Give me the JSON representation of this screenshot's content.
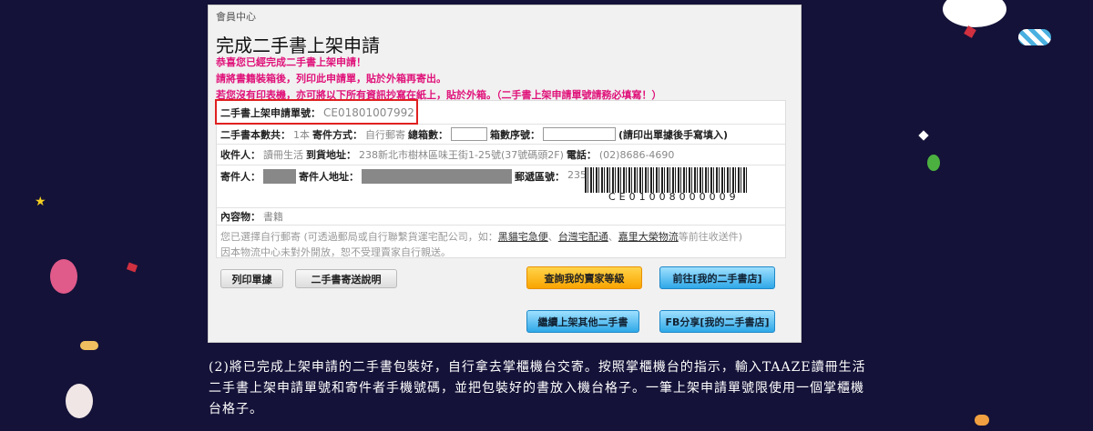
{
  "breadcrumb": "會員中心",
  "title": "完成二手書上架申請",
  "messages": [
    "恭喜您已經完成二手書上架申請！",
    "請將書籍裝箱後，列印此申請單，貼於外箱再寄出。",
    "若您沒有印表機，亦可將以下所有資訊抄寫在紙上，貼於外箱。（二手書上架申請單號請務必填寫！）"
  ],
  "order": {
    "label": "二手書上架申請單號：",
    "value": "CE01801007992"
  },
  "row2": {
    "count_label": "二手書本數共：",
    "count": "1本",
    "method_label": "寄件方式：",
    "method": "自行郵寄",
    "boxes_label": "總箱數：",
    "seq_label": "箱數序號：",
    "hint": "(請印出單據後手寫填入)"
  },
  "row3": {
    "recipient_label": "收件人：",
    "recipient": "讀冊生活",
    "address_label": "到貨地址：",
    "address": "238新北市樹林區味王街1-25號(37號碼頭2F)",
    "phone_label": "電話：",
    "phone": "(02)8686-4690"
  },
  "row4": {
    "sender_label": "寄件人：",
    "sender_address_label": "寄件人地址：",
    "zip_label": "郵遞區號：",
    "zip": "235",
    "barcode": "CE01008000009"
  },
  "row5": {
    "contents_label": "內容物：",
    "contents": "書籍"
  },
  "note": {
    "pre": "您已選擇自行郵寄 (可透過郵局或自行聯繫貨運宅配公司，如：",
    "links": [
      "黑貓宅急便",
      "台灣宅配通",
      "嘉里大榮物流"
    ],
    "post": "等前往收送件)",
    "line2": "因本物流中心未對外開放，恕不受理賣家自行親送。"
  },
  "buttons": {
    "print": "列印單據",
    "guide": "二手書寄送說明",
    "level": "查詢我的賣家等級",
    "goto_store": "前往[我的二手書店]",
    "continue": "繼續上架其他二手書",
    "fb_share": "FB分享[我的二手書店]"
  },
  "caption": "(2)將已完成上架申請的二手書包裝好，自行拿去掌櫃機台交寄。按照掌櫃機台的指示，輸入TAAZE讀冊生活二手書上架申請單號和寄件者手機號碼，並把包裝好的書放入機台格子。一筆上架申請單號限使用一個掌櫃機台格子。"
}
